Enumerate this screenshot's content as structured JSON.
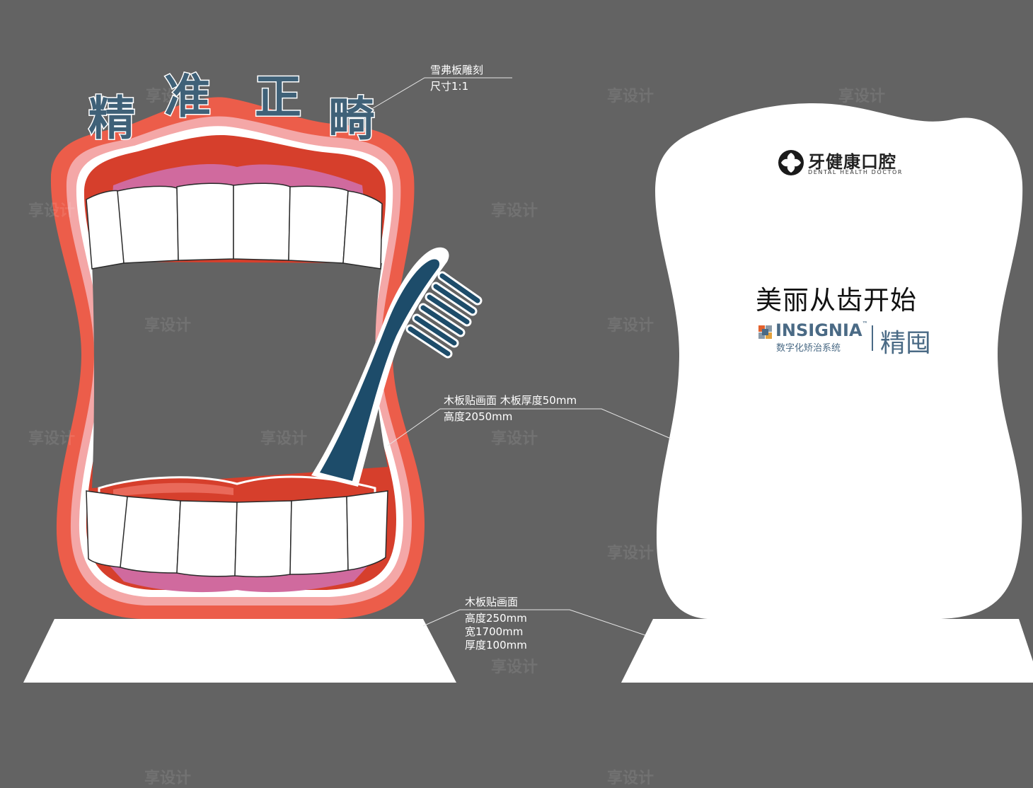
{
  "headline": {
    "c1": "精",
    "c2": "准",
    "c3": "正",
    "c4": "畸"
  },
  "annotations": {
    "snow": {
      "line1": "雪弗板雕刻",
      "line2": "尺寸1:1"
    },
    "board": {
      "line1": "木板贴画面 木板厚度50mm",
      "line2": "高度2050mm"
    },
    "base": {
      "line1": "木板贴画面",
      "line2": "高度250mm",
      "line3": "宽1700mm",
      "line4": "厚度100mm"
    }
  },
  "back_panel": {
    "brand_cn": "牙健康口腔",
    "brand_en": "DENTAL HEALTH DOCTOR",
    "slogan": "美丽从齿开始",
    "insignia": "INSIGNIA",
    "insignia_tm": "™",
    "insignia_sub": "数字化矫治系统",
    "jing": "精囤"
  },
  "watermark": "享设计",
  "colors": {
    "background": "#636363",
    "lip_outer": "#ec5d4a",
    "lip_inner": "#d63f2c",
    "gum": "#d06a9e",
    "brush": "#1d4c6a",
    "headline": "#3f6178"
  },
  "icons": [
    "flower-logo-icon",
    "insignia-logo-icon"
  ]
}
